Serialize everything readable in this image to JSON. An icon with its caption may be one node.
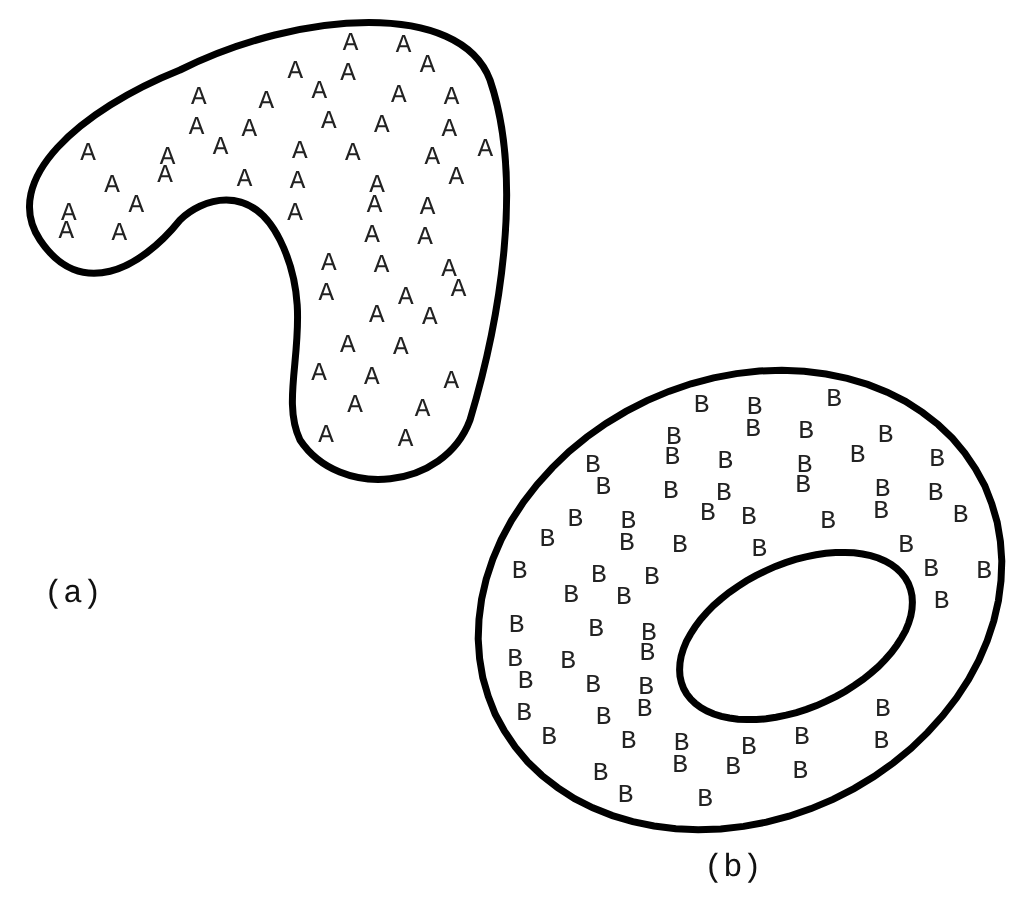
{
  "diagram": {
    "nodes": [
      {
        "text": [
          "A",
          "A",
          "A",
          "A",
          "A",
          "A",
          "A",
          "A",
          "A",
          "A",
          "A",
          "A",
          "A",
          "A",
          "A",
          "A",
          "A",
          "A",
          "A",
          "A",
          "A",
          "A",
          "A",
          "A",
          "A",
          "A",
          "A",
          "A",
          "A",
          "A",
          "A",
          "A",
          "A",
          "A",
          "A",
          "A",
          "A",
          "A",
          "A",
          "A",
          "A",
          "A",
          "A",
          "A",
          "A",
          "A",
          "A",
          "A",
          "A",
          "A",
          "A",
          "A",
          "A",
          "A"
        ]
      },
      {
        "text": [
          "B",
          "B",
          "B",
          "B",
          "B",
          "B",
          "B",
          "B",
          "B",
          "B",
          "B",
          "B",
          "B",
          "B",
          "B",
          "B",
          "B",
          "B",
          "B",
          "B",
          "B",
          "B",
          "B",
          "B",
          "B",
          "B",
          "B",
          "B",
          "B",
          "B",
          "B",
          "B",
          "B",
          "B",
          "B",
          "B",
          "B",
          "B",
          "B",
          "B",
          "B",
          "B",
          "B",
          "B",
          "B",
          "B",
          "B",
          "B",
          "B",
          "B",
          "B",
          "B",
          "B",
          "B",
          "B",
          "B",
          "B",
          "B",
          "B",
          "B",
          "B",
          "B",
          "B",
          "B"
        ]
      }
    ],
    "labels": [
      "(a)",
      "(b)"
    ]
  }
}
